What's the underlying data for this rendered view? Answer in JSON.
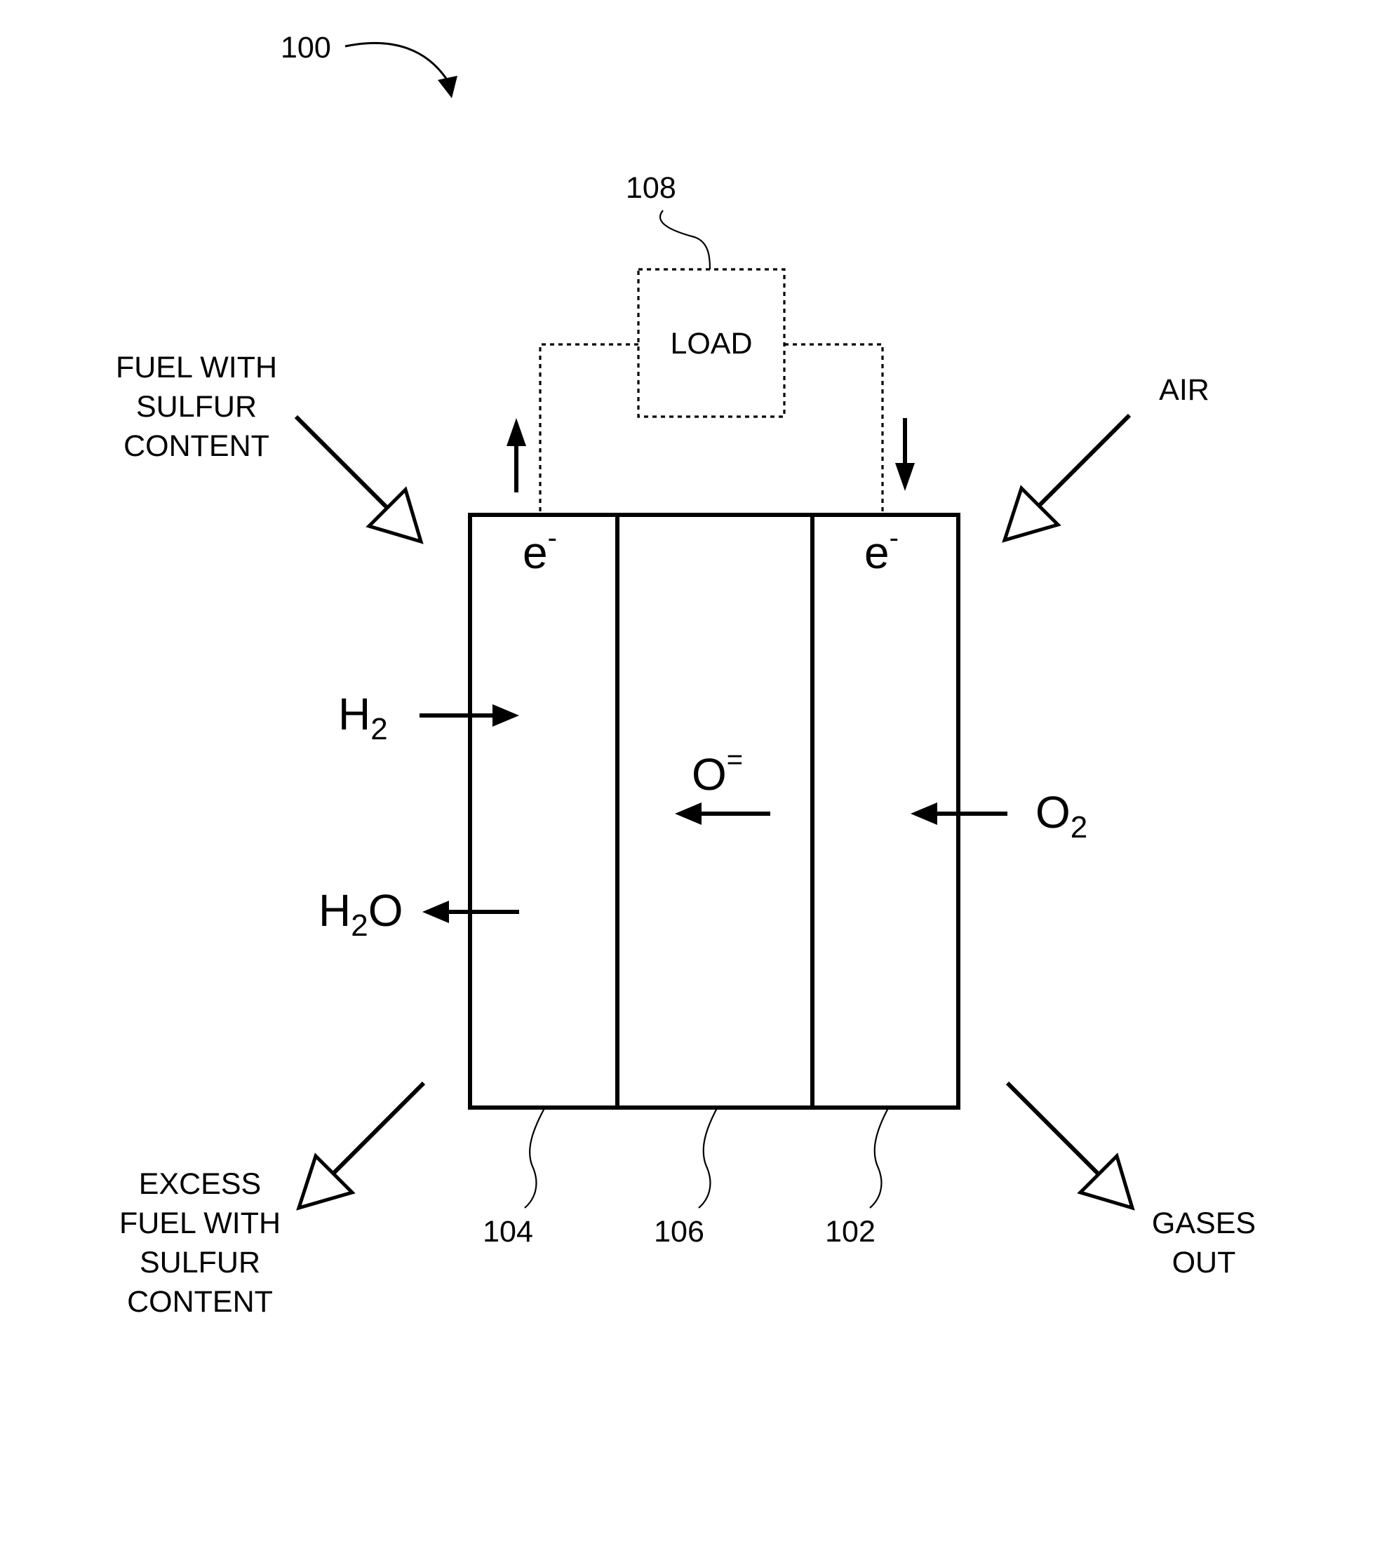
{
  "figure_ref": "100",
  "load": {
    "label": "LOAD",
    "ref": "108"
  },
  "cell": {
    "anode_ref": "104",
    "electrolyte_ref": "106",
    "cathode_ref": "102"
  },
  "inputs": {
    "fuel_line1": "FUEL WITH",
    "fuel_line2": "SULFUR",
    "fuel_line3": "CONTENT",
    "air": "AIR"
  },
  "outputs": {
    "excess_line1": "EXCESS",
    "excess_line2": "FUEL WITH",
    "excess_line3": "SULFUR",
    "excess_line4": "CONTENT",
    "gases_line1": "GASES",
    "gases_line2": "OUT"
  },
  "species": {
    "electron_base": "e",
    "electron_charge": "-",
    "h2_base": "H",
    "h2_sub": "2",
    "h2o_base1": "H",
    "h2o_sub": "2",
    "h2o_base2": "O",
    "oxide_base": "O",
    "oxide_charge": "=",
    "o2_base": "O",
    "o2_sub": "2"
  }
}
